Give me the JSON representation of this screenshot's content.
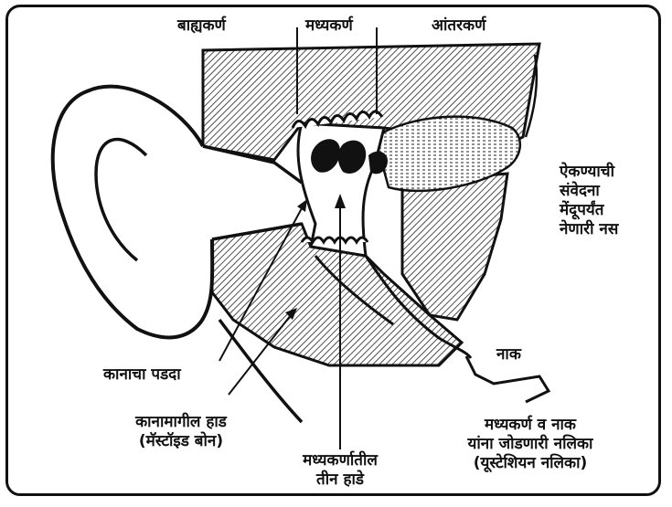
{
  "labels": {
    "outer_ear": "बाह्यकर्ण",
    "middle_ear": "मध्यकर्ण",
    "inner_ear": "आंतरकर्ण",
    "nerve": [
      "ऐकण्याची",
      "संवेदना",
      "मेंदूपर्यंत",
      "नेणारी नस"
    ],
    "nose": "नाक",
    "eardrum": "कानाचा पडदा",
    "mastoid": [
      "कानामागील हाड",
      "(मॅस्टॉइड बोन)"
    ],
    "ossicles": [
      "मध्यकर्णातील",
      "तीन हाडे"
    ],
    "eustachian": [
      "मध्यकर्ण व नाक",
      "यांना जोडणारी नलिका",
      "(यूस्टेशियन नलिका)"
    ]
  }
}
